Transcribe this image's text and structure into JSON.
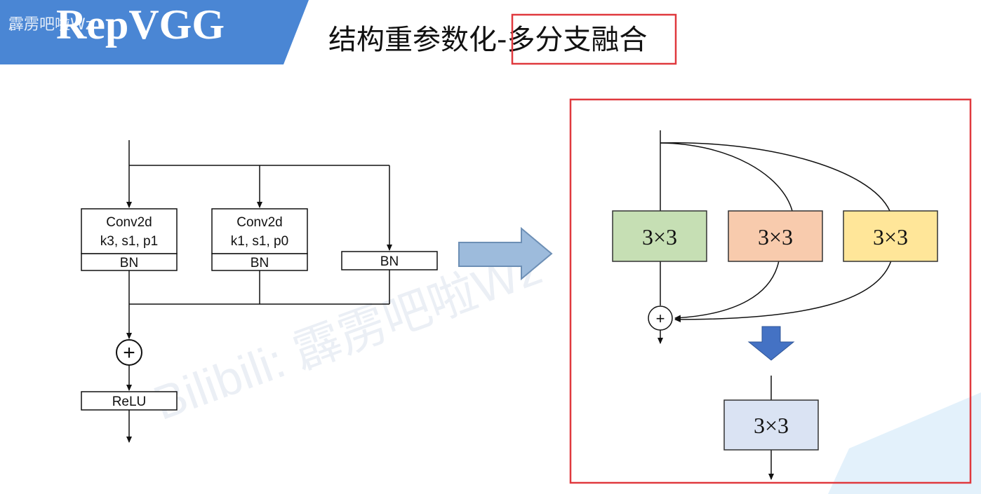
{
  "header": {
    "logo_text": "RepVGG",
    "watermark_small": "霹雳吧啦Wz",
    "title_prefix": "结构重参数化-",
    "title_highlight": "多分支融合"
  },
  "watermark": "Bilibili: 霹雳吧啦Wz",
  "left_diagram": {
    "branch_conv3": {
      "line1": "Conv2d",
      "line2": "k3, s1, p1",
      "bn": "BN"
    },
    "branch_conv1": {
      "line1": "Conv2d",
      "line2": "k1, s1, p0",
      "bn": "BN"
    },
    "branch_identity": {
      "bn": "BN"
    },
    "add_symbol": "+",
    "activation": "ReLU"
  },
  "right_diagram": {
    "kernels": [
      "3×3",
      "3×3",
      "3×3"
    ],
    "kernel_colors": [
      "#c6dfb4",
      "#f8cbad",
      "#ffe699"
    ],
    "add_symbol": "+",
    "merged_kernel": "3×3",
    "merged_color": "#dae3f3"
  },
  "colors": {
    "header_blue": "#4a86d4",
    "highlight_red": "#e0393e",
    "arrow_fill": "#9dbbdc",
    "arrow_stroke": "#6d8fb5",
    "down_arrow": "#4472c4"
  }
}
